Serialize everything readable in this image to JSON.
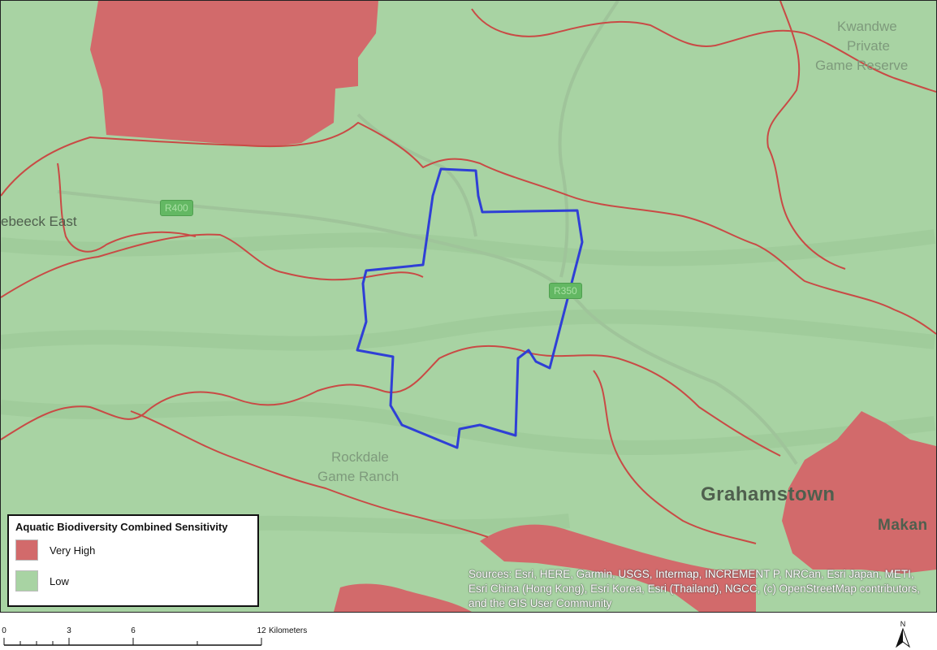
{
  "map": {
    "colors": {
      "low_fill": "#a8d3a3",
      "very_high_fill": "#d26a6b",
      "boundary_line": "#c94a45",
      "site_outline": "#2f3fd6"
    },
    "place_labels": [
      {
        "text": "ebeeck East"
      },
      {
        "text": "Kwandwe"
      },
      {
        "text": "Private"
      },
      {
        "text": "Game Reserve"
      },
      {
        "text": "Rockdale"
      },
      {
        "text": "Game Ranch"
      },
      {
        "text": "Grahamstown"
      },
      {
        "text": "Makan"
      }
    ],
    "road_shields": [
      "R400",
      "R350"
    ]
  },
  "legend": {
    "title": "Aquatic Biodiversity Combined Sensitivity",
    "items": [
      {
        "label": "Very High",
        "color": "#d26a6b"
      },
      {
        "label": "Low",
        "color": "#a8d3a3"
      }
    ]
  },
  "attribution": "Sources: Esri, HERE, Garmin, USGS, Intermap, INCREMENT P, NRCan, Esri Japan, METI, Esri China (Hong Kong), Esri Korea, Esri (Thailand), NGCC, (c) OpenStreetMap contributors, and the GIS User Community",
  "scale_bar": {
    "ticks": [
      "0",
      "3",
      "6",
      "12"
    ],
    "unit": "Kilometers"
  },
  "north_arrow": {
    "label": "N",
    "icon": "north-arrow-icon"
  }
}
